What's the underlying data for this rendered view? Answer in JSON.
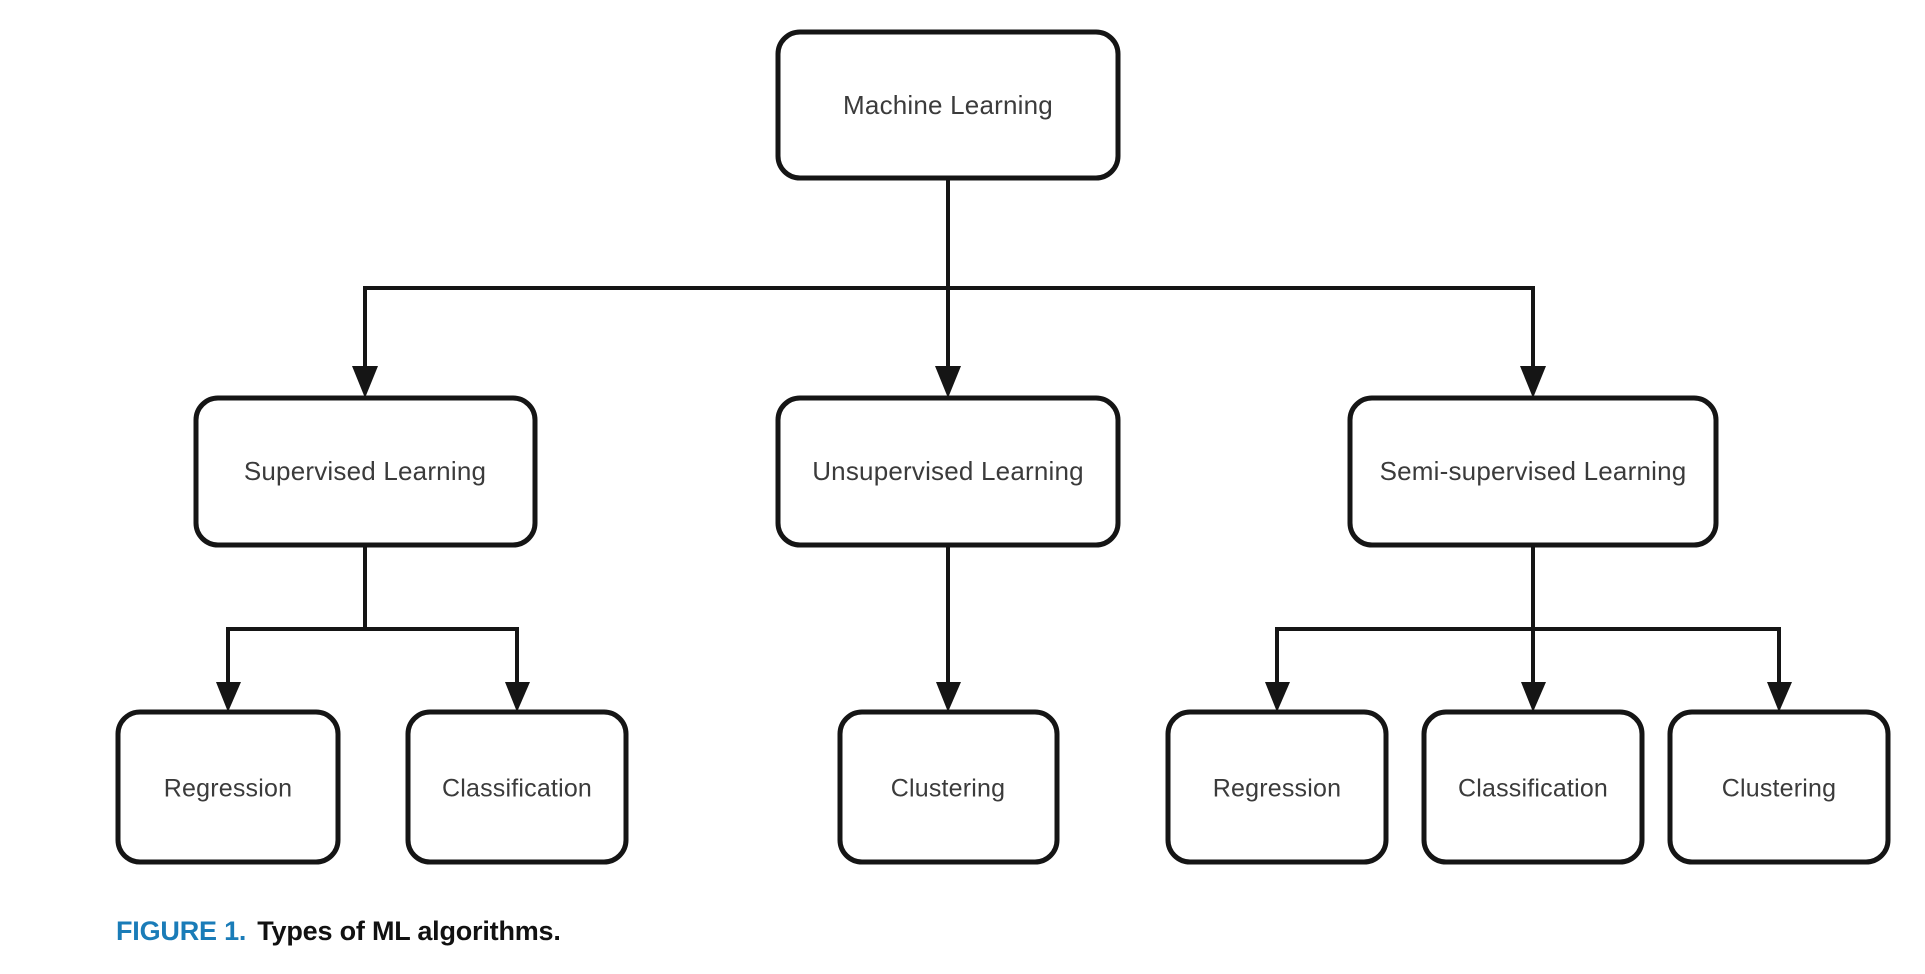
{
  "figure": {
    "background_color": "#ffffff",
    "line_color": "#151515",
    "node_fill": "#ffffff",
    "label_color": "#3b3b3b",
    "caption_accent_color": "#1a7cb8",
    "caption_text_color": "#111111"
  },
  "caption": {
    "figure_label": "FIGURE 1.",
    "title": "Types of ML algorithms."
  },
  "chart_data": {
    "type": "diagram",
    "diagram_kind": "tree",
    "title": "Types of ML algorithms",
    "orientation": "top-down",
    "root": "Machine Learning",
    "nodes": [
      {
        "id": "ml",
        "label": "Machine Learning",
        "level": 0
      },
      {
        "id": "sup",
        "label": "Supervised Learning",
        "level": 1
      },
      {
        "id": "unsup",
        "label": "Unsupervised Learning",
        "level": 1
      },
      {
        "id": "semi",
        "label": "Semi-supervised Learning",
        "level": 1
      },
      {
        "id": "sup-reg",
        "label": "Regression",
        "level": 2
      },
      {
        "id": "sup-cls",
        "label": "Classification",
        "level": 2
      },
      {
        "id": "unsup-clu",
        "label": "Clustering",
        "level": 2
      },
      {
        "id": "semi-reg",
        "label": "Regression",
        "level": 2
      },
      {
        "id": "semi-cls",
        "label": "Classification",
        "level": 2
      },
      {
        "id": "semi-clu",
        "label": "Clustering",
        "level": 2
      }
    ],
    "edges": [
      {
        "from": "ml",
        "to": "sup"
      },
      {
        "from": "ml",
        "to": "unsup"
      },
      {
        "from": "ml",
        "to": "semi"
      },
      {
        "from": "sup",
        "to": "sup-reg"
      },
      {
        "from": "sup",
        "to": "sup-cls"
      },
      {
        "from": "unsup",
        "to": "unsup-clu"
      },
      {
        "from": "semi",
        "to": "semi-reg"
      },
      {
        "from": "semi",
        "to": "semi-cls"
      },
      {
        "from": "semi",
        "to": "semi-clu"
      }
    ]
  },
  "labels": {
    "machine_learning": "Machine Learning",
    "supervised_learning": "Supervised Learning",
    "unsupervised_learning": "Unsupervised Learning",
    "semi_supervised_learning": "Semi-supervised Learning",
    "sup_regression": "Regression",
    "sup_classification": "Classification",
    "unsup_clustering": "Clustering",
    "semi_regression": "Regression",
    "semi_classification": "Classification",
    "semi_clustering": "Clustering"
  }
}
